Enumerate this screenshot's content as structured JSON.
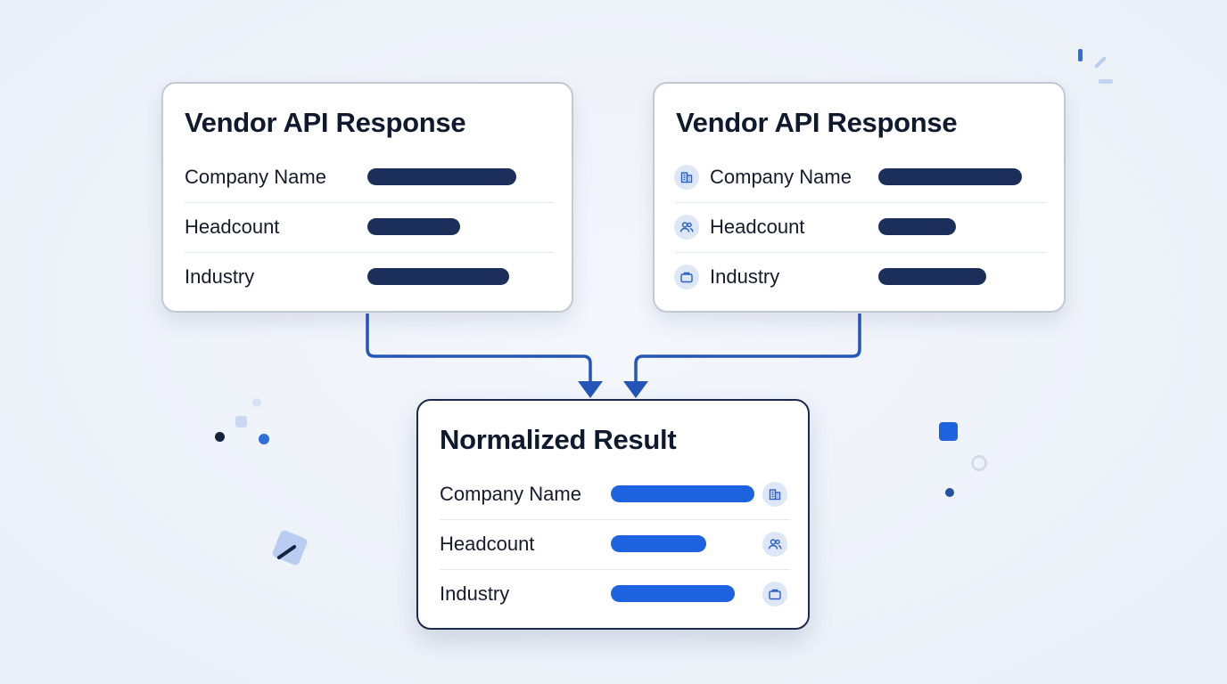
{
  "vendor_cards": [
    {
      "title": "Vendor API Response",
      "rows": [
        {
          "label": "Company Name",
          "fill": 0.9
        },
        {
          "label": "Headcount",
          "fill": 0.56
        },
        {
          "label": "Industry",
          "fill": 0.86
        }
      ]
    },
    {
      "title": "Vendor API Response",
      "rows": [
        {
          "label": "Company Name",
          "icon": "building-icon",
          "fill": 0.86
        },
        {
          "label": "Headcount",
          "icon": "users-icon",
          "fill": 0.46
        },
        {
          "label": "Industry",
          "icon": "briefcase-icon",
          "fill": 0.64
        }
      ]
    }
  ],
  "result_card": {
    "title": "Normalized Result",
    "rows": [
      {
        "label": "Company Name",
        "icon": "building-icon",
        "fill": 0.87
      },
      {
        "label": "Headcount",
        "icon": "users-icon",
        "fill": 0.58
      },
      {
        "label": "Industry",
        "icon": "briefcase-icon",
        "fill": 0.75
      }
    ]
  },
  "colors": {
    "background": "#eef2f9",
    "dark_navy": "#1c2f5a",
    "accent_blue": "#1d63e0",
    "connector": "#2257b8",
    "icon_badge": "#dde7f7"
  }
}
